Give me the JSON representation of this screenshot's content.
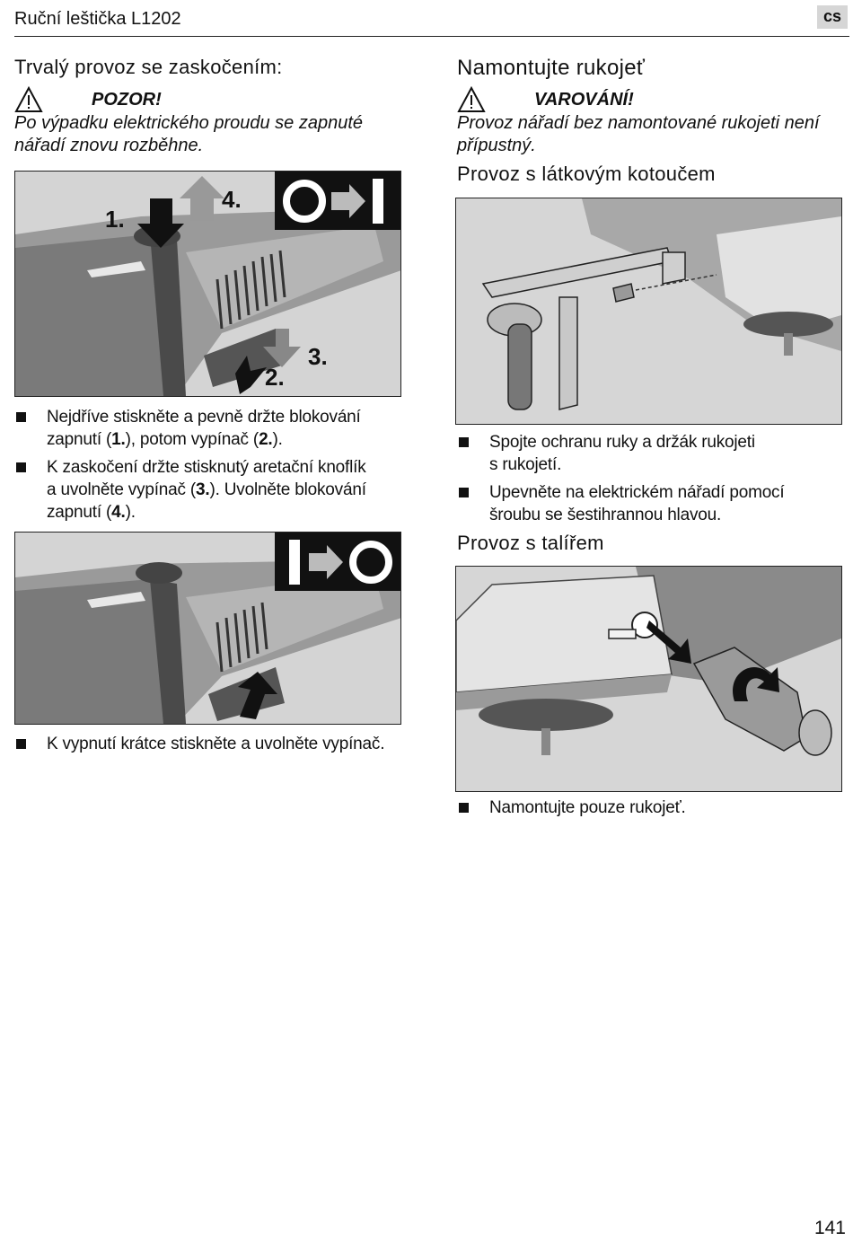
{
  "header": {
    "title": "Ruční leštička L1202",
    "lang": "cs",
    "page_number": "141"
  },
  "left": {
    "heading": "Trvalý provoz se zaskočením:",
    "warning_label": "POZOR!",
    "warning_text_1": "Po výpadku elektrického proudu se zapnuté",
    "warning_text_2": "nářadí znovu rozběhne.",
    "fig1_labels": {
      "step1": "1.",
      "step2": "2.",
      "step3": "3.",
      "step4": "4."
    },
    "bullets_1": [
      {
        "l1a": "Nejdříve stiskněte a pevně držte blokování",
        "l2a": "zapnutí (",
        "b1": "1.",
        "l2b": "), potom vypínač (",
        "b2": "2.",
        "l2c": ")."
      },
      {
        "l1a": "K zaskočení držte stisknutý aretační knoflík",
        "l2a": "a uvolněte vypínač (",
        "b1": "3.",
        "l2b": "). Uvolněte blokování",
        "l3a": "zapnutí (",
        "b2": "4.",
        "l3b": ")."
      }
    ],
    "bullet_2": "K vypnutí krátce stiskněte a uvolněte vypínač."
  },
  "right": {
    "heading": "Namontujte rukojeť",
    "warning_label": "VAROVÁNÍ!",
    "warning_text_1": "Provoz nářadí bez namontované rukojeti není",
    "warning_text_2": "přípustný.",
    "subheading_1": "Provoz s látkovým kotoučem",
    "bullets_1": [
      {
        "l1": "Spojte ochranu ruky a držák rukojeti",
        "l2": "s rukojetí."
      },
      {
        "l1": "Upevněte na elektrickém nářadí pomocí",
        "l2": "šroubu se šestihrannou hlavou."
      }
    ],
    "subheading_2": "Provoz s talířem",
    "bullet_3": "Namontujte pouze rukojeť."
  },
  "icons": [
    "warning-triangle-icon",
    "on-switch-symbol-icon",
    "off-switch-symbol-icon",
    "bullet-square-icon"
  ],
  "colors": {
    "text": "#111111",
    "figure_bg": "#cfcfcf",
    "badge_bg": "#d6d6d6"
  }
}
